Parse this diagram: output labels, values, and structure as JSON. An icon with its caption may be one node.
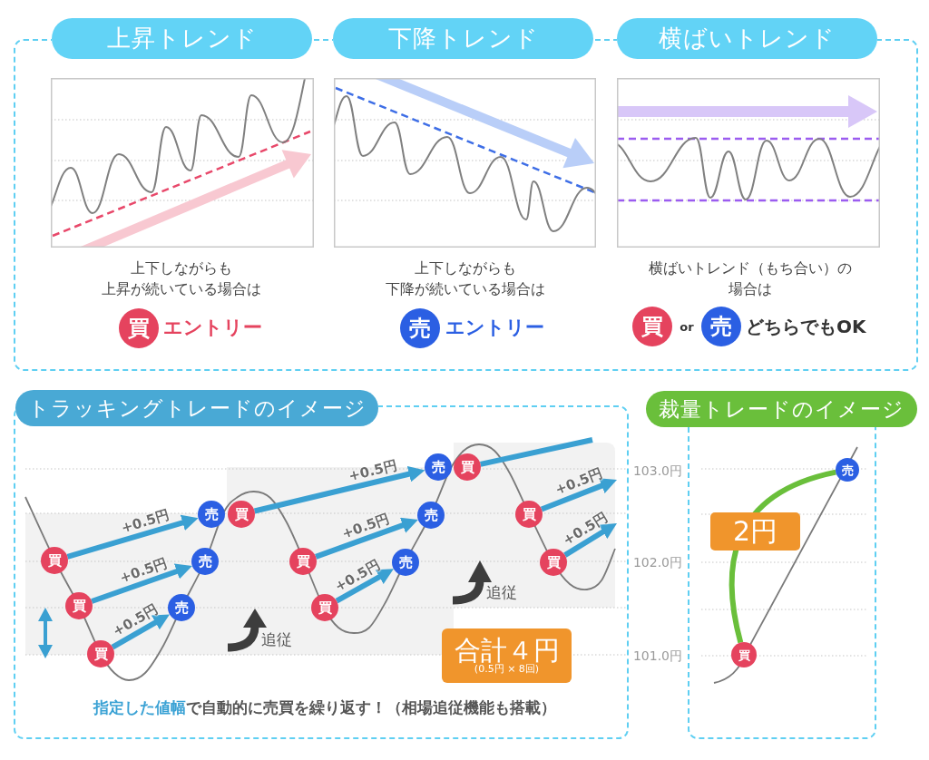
{
  "diagram": {
    "nodes": [
      {
        "text": [
          "上昇トレンド",
          "下降トレンド",
          "横ばいトレンド"
        ]
      },
      {
        "text": [
          "買"
        ],
        "in": 0,
        "beside": [
          "エントリー"
        ]
      },
      {
        "text": [
          "売"
        ],
        "in": 0,
        "beside": [
          "エントリー"
        ]
      },
      {
        "text": [
          "買"
        ],
        "in": 0
      },
      {
        "text": [
          "売"
        ],
        "in": 0,
        "beside": [
          "どちらでもOK"
        ]
      },
      {
        "text": [
          "トラッキングトレードのイメージ"
        ]
      },
      {
        "text": [
          "買"
        ],
        "in": 5
      },
      {
        "text": [
          "買"
        ],
        "in": 5
      },
      {
        "text": [
          "買"
        ],
        "in": 5
      },
      {
        "text": [
          "売"
        ],
        "in": 5
      },
      {
        "text": [
          "売"
        ],
        "in": 5
      },
      {
        "text": [
          "売"
        ],
        "in": 5
      },
      {
        "text": [
          "買"
        ],
        "in": 5
      },
      {
        "text": [
          "買"
        ],
        "in": 5
      },
      {
        "text": [
          "買"
        ],
        "in": 5
      },
      {
        "text": [
          "売"
        ],
        "in": 5
      },
      {
        "text": [
          "売"
        ],
        "in": 5
      },
      {
        "text": [
          "売"
        ],
        "in": 5
      },
      {
        "text": [
          "買"
        ],
        "in": 5
      },
      {
        "text": [
          "買"
        ],
        "in": 5
      },
      {
        "text": [
          "買"
        ],
        "in": 5
      },
      {
        "text": [
          "合計４円",
          "(0.5円 × 8回)"
        ],
        "in": 5
      },
      {
        "text": [
          "裁量トレードのイメージ"
        ]
      },
      {
        "text": [
          "売"
        ],
        "in": 22
      },
      {
        "text": [
          "買"
        ],
        "in": 22
      }
    ],
    "edges": [
      {
        "from": 6,
        "to": 9,
        "arrow": "to",
        "label": "+0.5円"
      },
      {
        "from": 7,
        "to": 10,
        "arrow": "to",
        "label": "+0.5円"
      },
      {
        "from": 8,
        "to": 11,
        "arrow": "to",
        "label": "+0.5円"
      },
      {
        "from": 12,
        "to": 15,
        "arrow": "to",
        "label": "+0.5円"
      },
      {
        "from": 13,
        "to": 16,
        "arrow": "to",
        "label": "+0.5円"
      },
      {
        "from": 14,
        "to": 17,
        "arrow": "to",
        "label": "+0.5円"
      },
      {
        "from": 18,
        "to": null,
        "arrow": "none"
      },
      {
        "from": 19,
        "to": null,
        "arrow": "to",
        "label": "+0.5円"
      },
      {
        "from": 20,
        "to": null,
        "arrow": "to",
        "label": "+0.5円"
      },
      {
        "from": 24,
        "to": 23,
        "arrow": "none",
        "label": "2円",
        "color": "#6abf3b"
      }
    ],
    "labels": [
      "上下しながらも上昇が続いている場合は",
      "上下しながらも下降が続いている場合は",
      "横ばいトレンド（もち合い）の場合は",
      "or",
      "追従",
      "追従",
      "**指定した値幅**で自動的に売買を繰り返す！（相場追従機能も搭載）",
      "103.0円",
      "102.0円",
      "101.0円"
    ]
  }
}
